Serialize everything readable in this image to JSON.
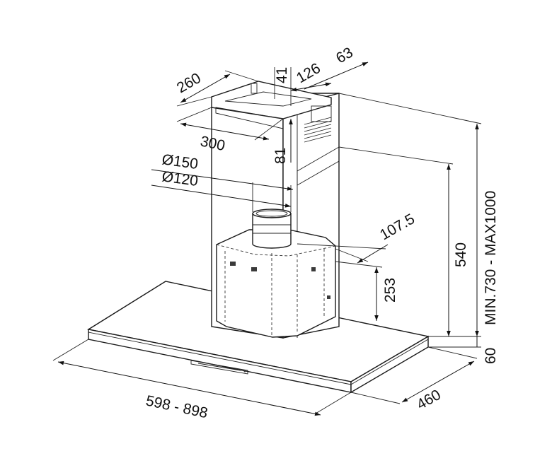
{
  "dimensions": {
    "width_range": "598 - 898",
    "depth": "460",
    "canopy_height": "60",
    "chimney_height": "MIN.730 - MAX1000",
    "duct_height": "540",
    "motor_height": "253",
    "outlet_offset": "107.5",
    "bracket_depth": "260",
    "bracket_width": "300",
    "bracket_height": "81",
    "bracket_offset_41": "41",
    "bracket_offset_126": "126",
    "bracket_offset_63": "63",
    "outlet_diameter_large": "Ø150",
    "outlet_diameter_small": "Ø120"
  },
  "colors": {
    "line": "#1a1a1a",
    "background": "#ffffff"
  }
}
